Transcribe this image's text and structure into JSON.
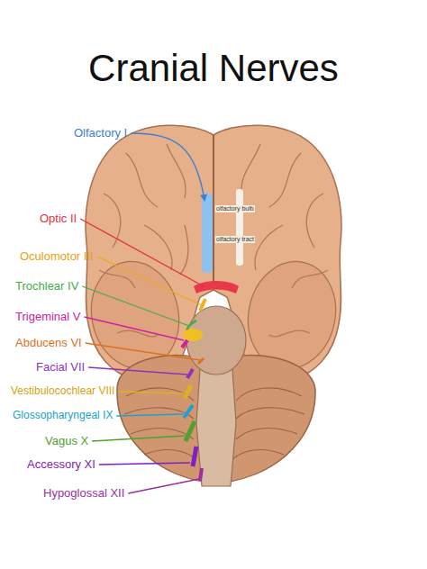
{
  "diagram": {
    "title": "Cranial Nerves",
    "labels": [
      "Olfactory I",
      "olfactory bulb",
      "olfactory tract",
      "Optic II",
      "Oculomotor III",
      "Trochlear IV",
      "Trigeminal V",
      "Abducens VI",
      "Facial VII",
      "Vestibulocochlear VIII",
      "Glossopharyngeal IX",
      "Vagus X",
      "Accessory XI",
      "Hypoglossal XII"
    ]
  }
}
